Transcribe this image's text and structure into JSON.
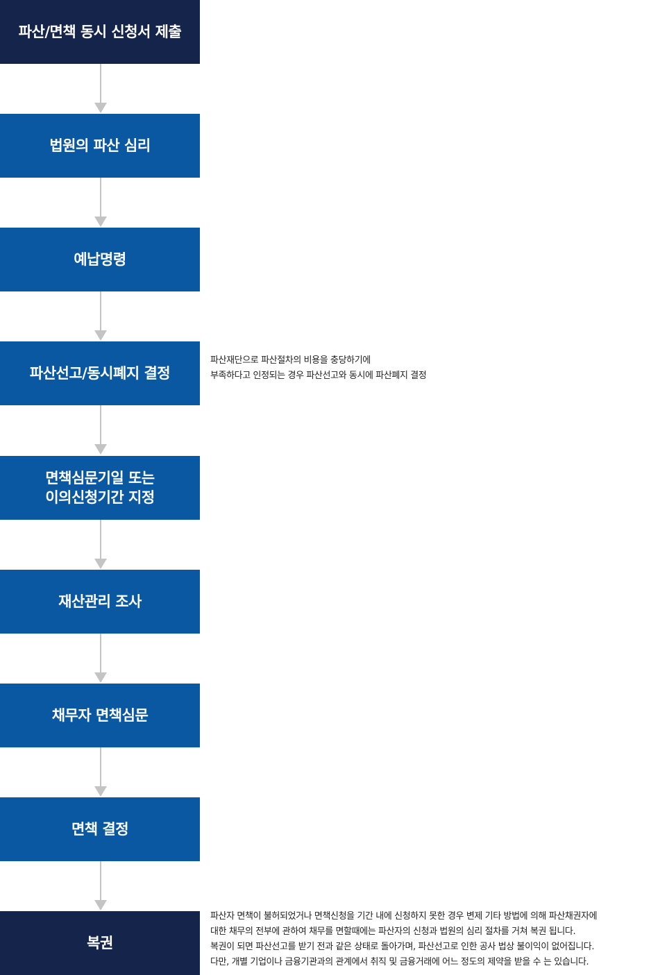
{
  "steps": [
    {
      "label": "파산/면책 동시 신청서 제출"
    },
    {
      "label": "법원의 파산 심리"
    },
    {
      "label": "예납명령"
    },
    {
      "label": "파산선고/동시폐지 결정"
    },
    {
      "label": "면책심문기일 또는\n이의신청기간 지정"
    },
    {
      "label": "재산관리 조사"
    },
    {
      "label": "채무자 면책심문"
    },
    {
      "label": "면책 결정"
    },
    {
      "label": "복권"
    }
  ],
  "notes": {
    "declaration": [
      "파산재단으로 파산절차의 비용을 충당하기에",
      "부족하다고 인정되는 경우 파산선고와 동시에 파산폐지 결정"
    ],
    "reinstatement": [
      "파산자 면책이 불허되었거나 면책신청을 기간 내에 신청하지 못한 경우 변제 기타 방법에 의해 파산채권자에",
      "대한 채무의 전부에 관하여 채무를 면할때에는 파산자의 신청과 법원의 심리 절차를 거쳐 복권 됩니다.",
      "복권이 되면 파산선고를 받기 전과 같은 상태로 돌아가며, 파산선고로 인한 공사 법상 불이익이 없어집니다.",
      "다만, 개별 기업이나 금융기관과의 관계에서 취직 및 금융거래에 어느 정도의 제약을 받을 수 는 있습니다."
    ]
  },
  "colors": {
    "dark_box": "#15244b",
    "blue_box": "#0a58a2",
    "arrow": "#c4c4c4"
  }
}
